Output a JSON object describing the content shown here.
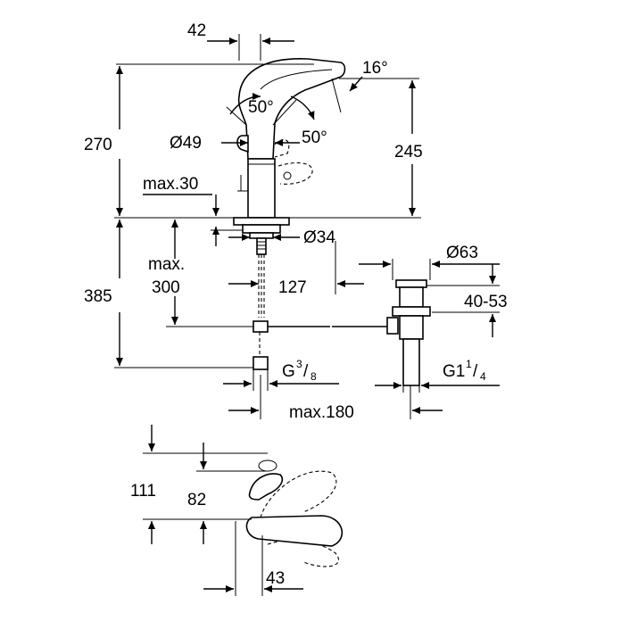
{
  "labels": {
    "d42": "42",
    "d16deg": "16°",
    "d50deg_a": "50°",
    "d50deg_b": "50°",
    "d49": "Ø49",
    "d270": "270",
    "d245": "245",
    "max30": "max.30",
    "d34": "Ø34",
    "d63": "Ø63",
    "max_line1": "max.",
    "max_line2": "300",
    "d127": "127",
    "d385": "385",
    "d40_53": "40-53",
    "g38_base": "G",
    "g38_num": "3",
    "g38_sep": "/",
    "g38_den": "8",
    "g114_base": "G1",
    "g114_num": "1",
    "g114_sep": "/",
    "g114_den": "4",
    "max180": "max.180",
    "d111": "111",
    "d82": "82",
    "d43": "43"
  }
}
